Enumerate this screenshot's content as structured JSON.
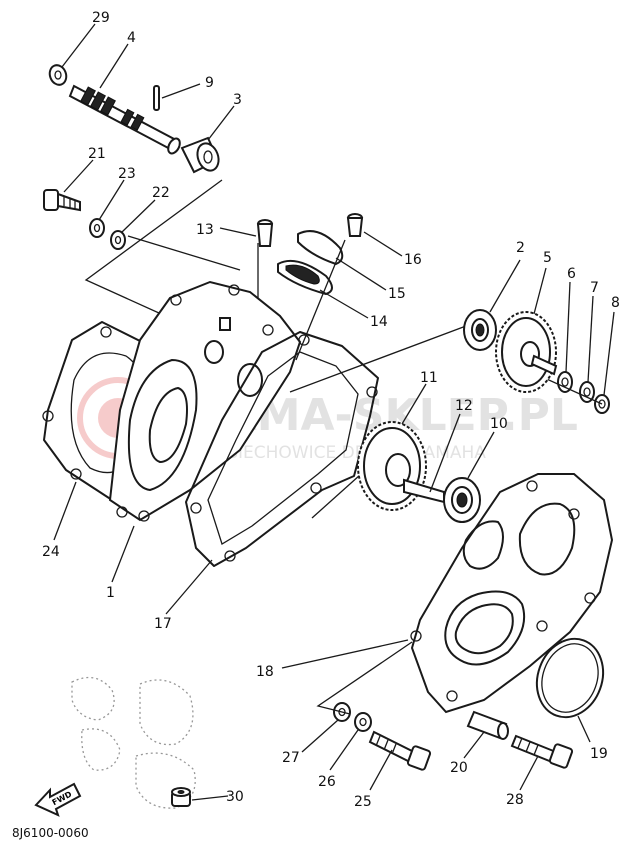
{
  "diagram": {
    "code": "8J6100-0060",
    "fwd_label": "FWD",
    "watermark": {
      "title": "YAMA-SKLEP.PL",
      "subtitle": "WYSIECHOWICE DEALER YAMAHA"
    },
    "callouts": [
      "29",
      "4",
      "9",
      "3",
      "21",
      "23",
      "22",
      "13",
      "16",
      "15",
      "14",
      "2",
      "5",
      "6",
      "7",
      "8",
      "11",
      "12",
      "10",
      "24",
      "1",
      "17",
      "18",
      "19",
      "27",
      "26",
      "25",
      "20",
      "28",
      "30"
    ]
  }
}
